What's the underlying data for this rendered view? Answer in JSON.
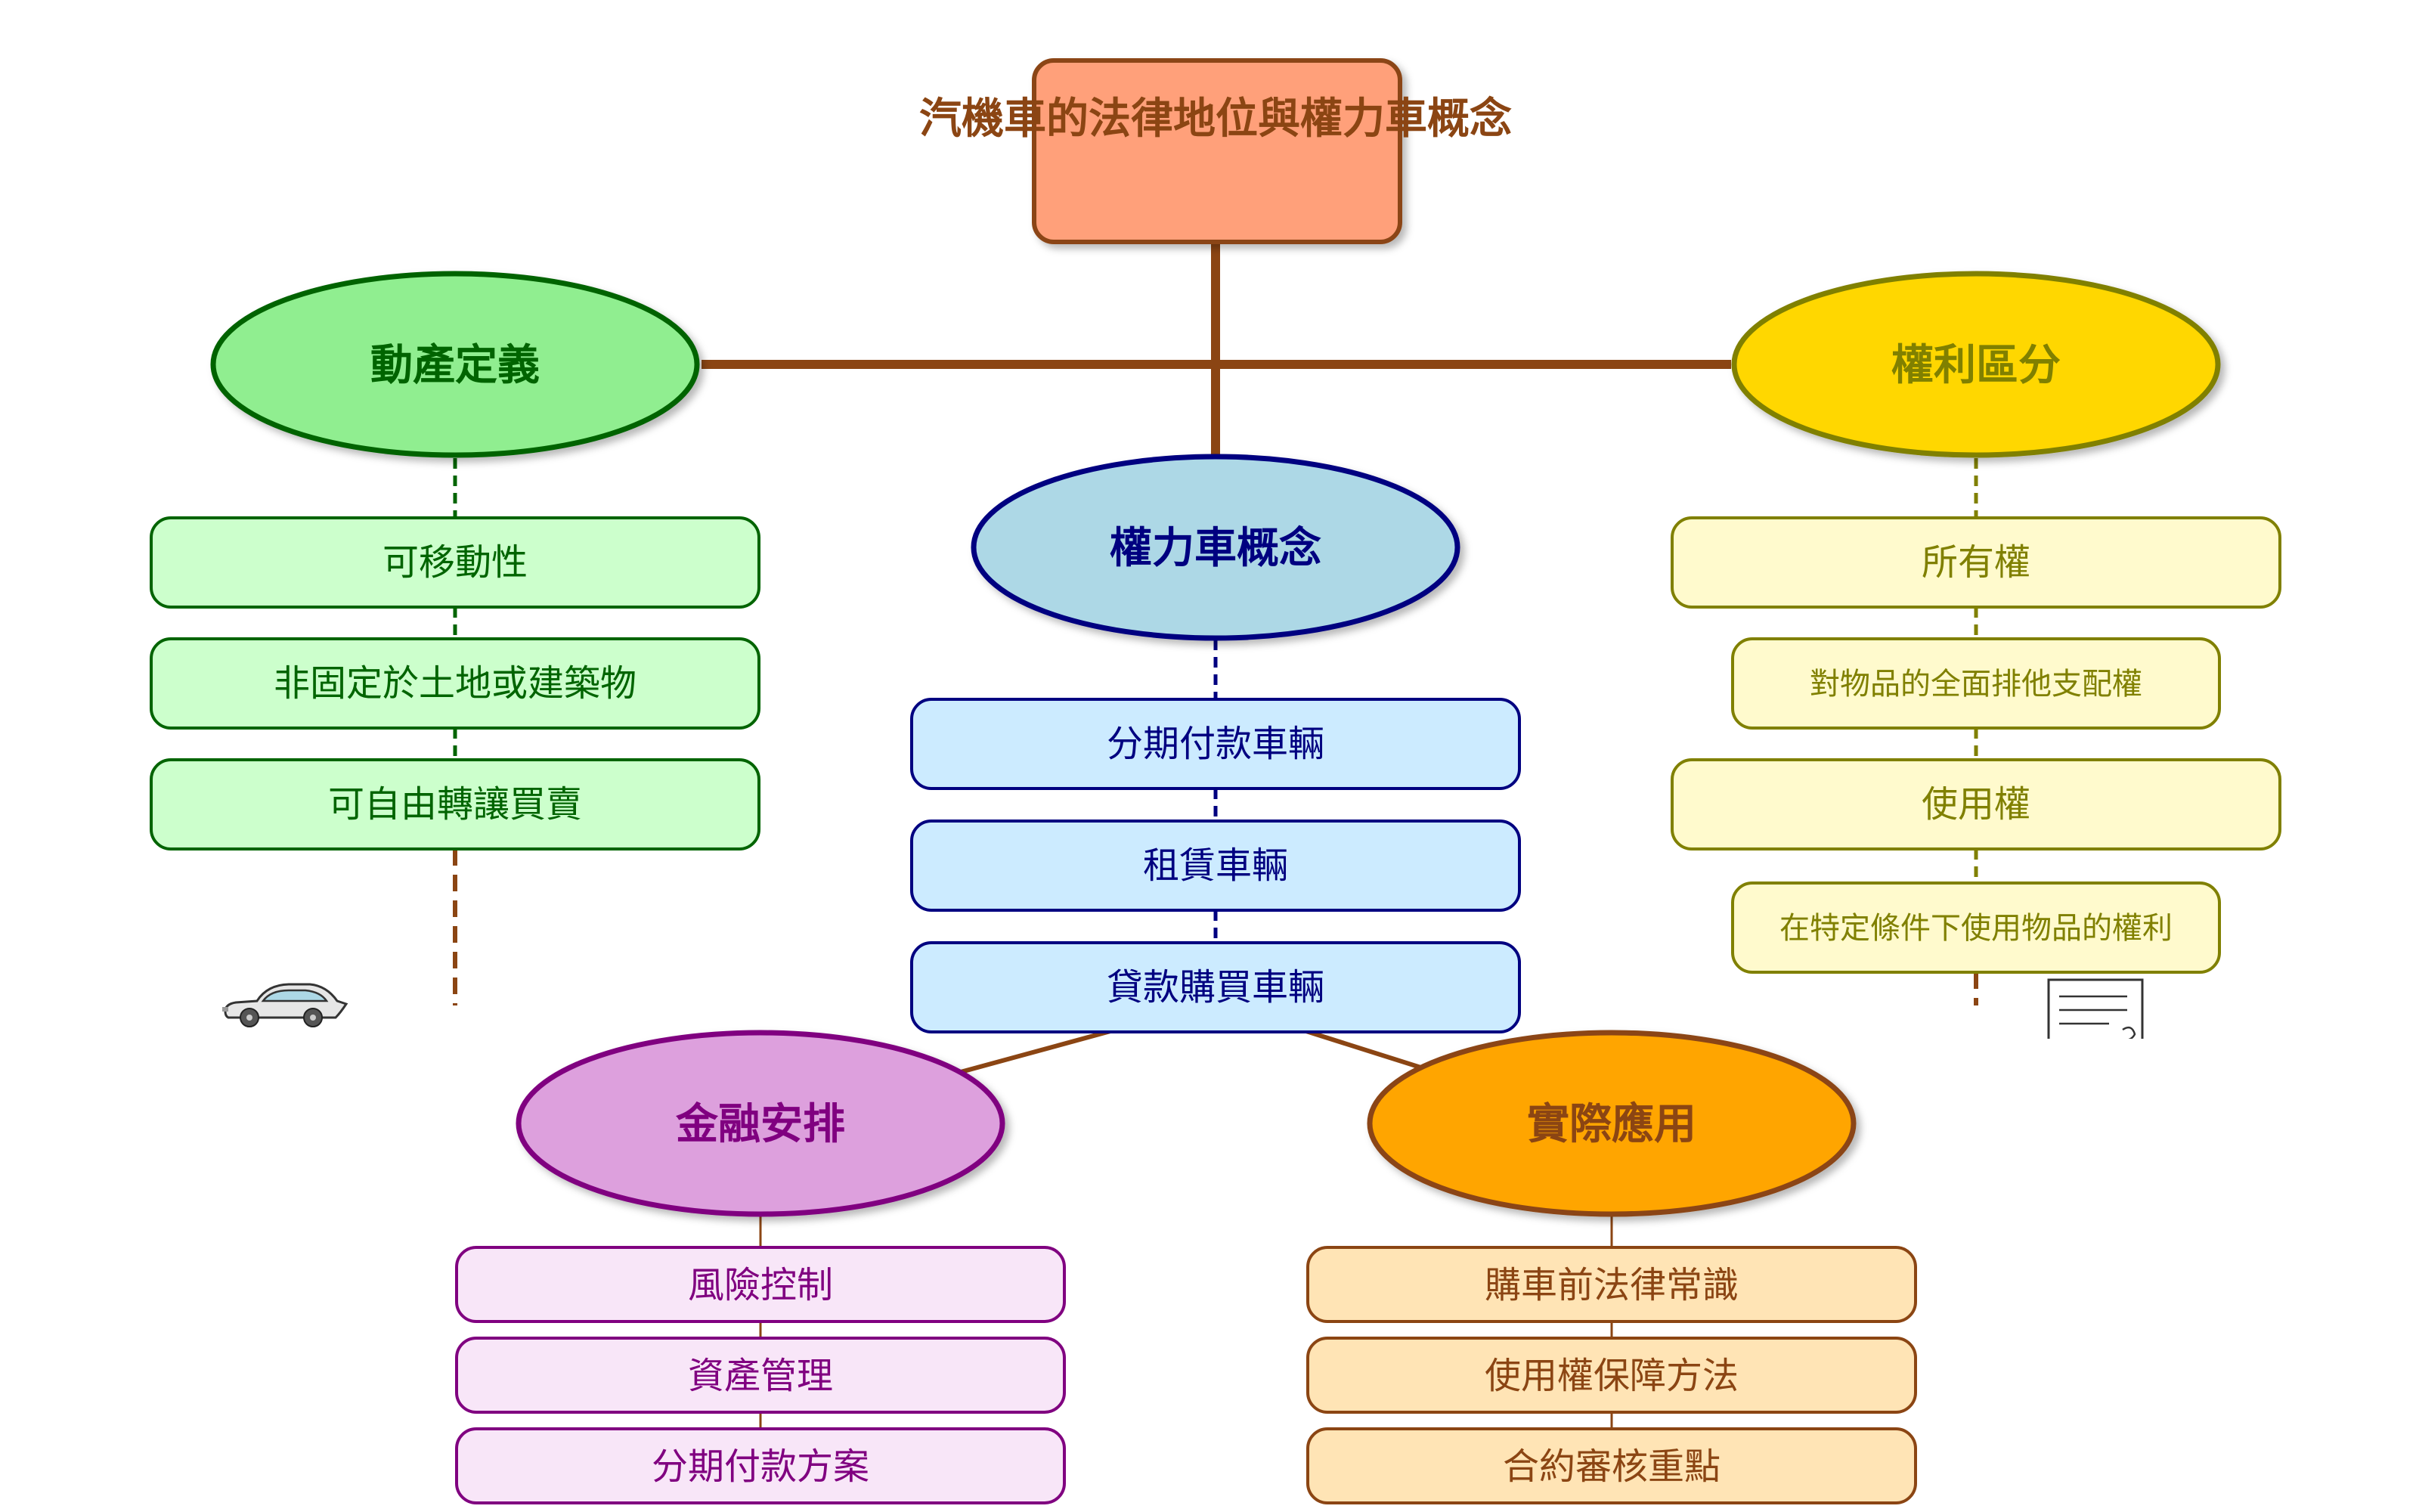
{
  "title": "汽機車的法律地位與權力車概念",
  "branches": {
    "movable": {
      "label": "動產定義",
      "items": [
        "可移動性",
        "非固定於土地或建築物",
        "可自由轉讓買賣"
      ]
    },
    "concept": {
      "label": "權力車概念",
      "items": [
        "分期付款車輛",
        "租賃車輛",
        "貸款購買車輛"
      ]
    },
    "rights": {
      "label": "權利區分",
      "items": [
        "所有權",
        "對物品的全面排他支配權",
        "使用權",
        "在特定條件下使用物品的權利"
      ]
    },
    "finance": {
      "label": "金融安排",
      "items": [
        "風險控制",
        "資產管理",
        "分期付款方案"
      ]
    },
    "practice": {
      "label": "實際應用",
      "items": [
        "購車前法律常識",
        "使用權保障方法",
        "合約審核重點"
      ]
    }
  },
  "icons": {
    "car": "car-icon",
    "document": "document-icon"
  },
  "colors": {
    "connector": "#8B4513",
    "title_fill": "#FFA07A",
    "movable_fill": "#90EE90",
    "concept_fill": "#ADD8E6",
    "rights_fill": "#FFD700",
    "finance_fill": "#DDA0DD",
    "practice_fill": "#FFA500"
  }
}
